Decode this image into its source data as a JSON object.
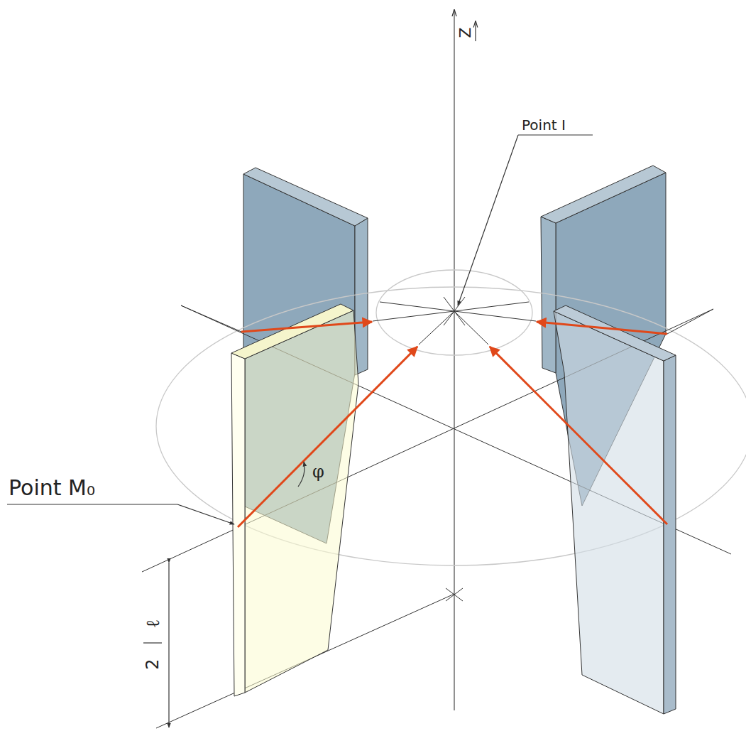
{
  "diagram": {
    "labels": [
      "Point I",
      "Point M₀",
      "φ",
      "ℓ",
      "2",
      "Z"
    ]
  }
}
